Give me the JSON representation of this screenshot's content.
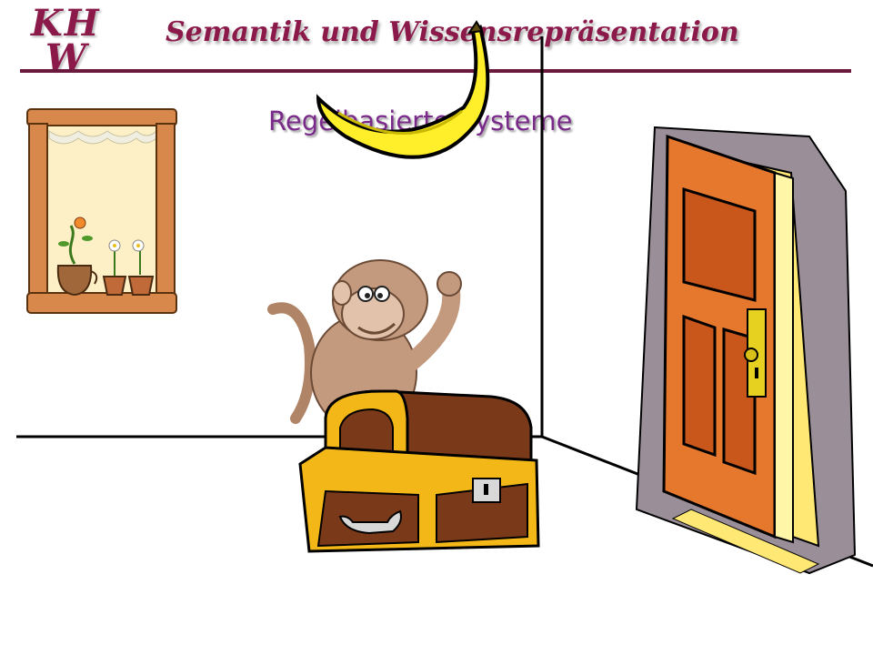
{
  "logo": {
    "line1": "KH",
    "line2": "W"
  },
  "header": {
    "title": "Semantik und Wissensrepräsentation"
  },
  "slide": {
    "title": "Regelbasierte Systeme"
  },
  "colors": {
    "brand": "#8b1a4a",
    "title": "#7a2a8a",
    "rule": "#6b1a3e"
  },
  "illustration": {
    "items": [
      "window-with-flowerpots",
      "banana",
      "monkey",
      "treasure-chest",
      "open-door"
    ]
  }
}
